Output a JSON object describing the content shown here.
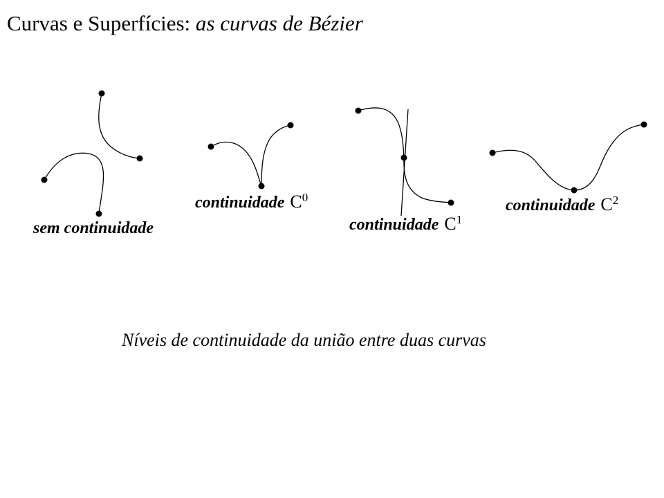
{
  "title": {
    "main": "Curvas e Superfícies:",
    "subtitle": "as curvas de Bézier"
  },
  "diagram": {
    "panels": [
      {
        "id": "none",
        "label": "sem continuidade",
        "class_letter": "",
        "class_exponent": ""
      },
      {
        "id": "c0",
        "label": "continuidade",
        "class_letter": "C",
        "class_exponent": "0"
      },
      {
        "id": "c1",
        "label": "continuidade",
        "class_letter": "C",
        "class_exponent": "1"
      },
      {
        "id": "c2",
        "label": "continuidade",
        "class_letter": "C",
        "class_exponent": "2"
      }
    ]
  },
  "caption": "Níveis de continuidade da união entre duas curvas",
  "colors": {
    "ink": "#000000",
    "background": "#ffffff"
  }
}
